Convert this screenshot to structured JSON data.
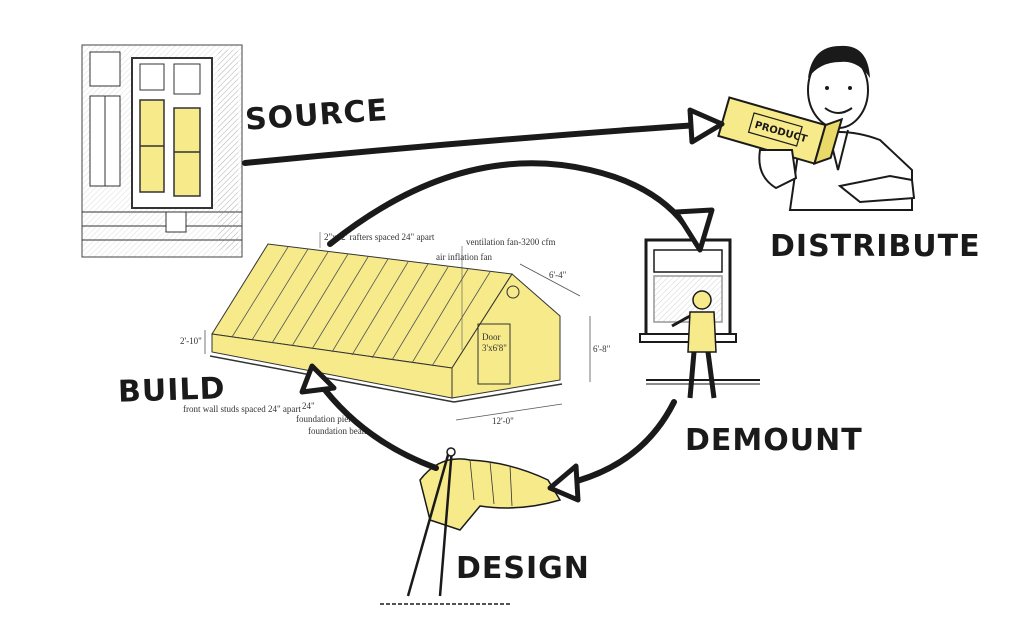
{
  "labels": {
    "source": "SOURCE",
    "distribute": "DISTRIBUTE",
    "demount": "DEMOUNT",
    "design": "DESIGN",
    "build": "BUILD"
  },
  "annotations": {
    "rafters": "2\"x12' rafters spaced 24\" apart",
    "ventilation": "ventilation fan-3200 cfm",
    "inflation": "air inflation fan",
    "studs": "front wall studs spaced 24\" apart",
    "foundation_pier": "foundation pier",
    "foundation_beam": "foundation beam",
    "door": "Door",
    "door_size": "3'x6'8\"",
    "dim_height_left": "2'-10\"",
    "dim_height_right": "6'-8\"",
    "dim_top_right": "6'-4\"",
    "dim_width": "12'-0\"",
    "dim_spacing": "24\"",
    "product": "PRODUCT"
  },
  "colors": {
    "accent": "#f7ea8a",
    "ink": "#1a1a1a"
  }
}
